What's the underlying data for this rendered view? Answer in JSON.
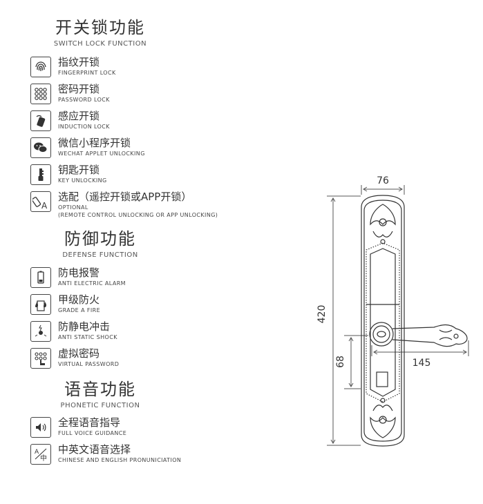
{
  "switch": {
    "title_zh": "开关锁功能",
    "title_en": "SWITCH LOCK FUNCTION",
    "items": [
      {
        "icon": "fingerprint-icon",
        "zh": "指纹开锁",
        "en": "FINGERPRINT LOCK"
      },
      {
        "icon": "keypad-icon",
        "zh": "密码开锁",
        "en": "PASSWORD LOCK"
      },
      {
        "icon": "card-icon",
        "zh": "感应开锁",
        "en": "INDUCTION LOCK"
      },
      {
        "icon": "wechat-icon",
        "zh": "微信小程序开锁",
        "en": "WECHAT APPLET UNLOCKING"
      },
      {
        "icon": "key-icon",
        "zh": "钥匙开锁",
        "en": "KEY UNLOCKING"
      },
      {
        "icon": "remote-app-icon",
        "zh": "选配（遥控开锁或APP开锁）",
        "en": "OPTIONAL",
        "en2": "(REMOTE CONTROL UNLOCKING OR APP UNLOCKING)"
      }
    ]
  },
  "defense": {
    "title_zh": "防御功能",
    "title_en": "DEFENSE FUNCTION",
    "items": [
      {
        "icon": "battery-icon",
        "zh": "防电报警",
        "en": "ANTI ELECTRIC ALARM"
      },
      {
        "icon": "fire-icon",
        "zh": "甲级防火",
        "en": "GRADE A FIRE"
      },
      {
        "icon": "static-icon",
        "zh": "防静电冲击",
        "en": "ANTI STATIC SHOCK"
      },
      {
        "icon": "virtual-keypad-icon",
        "zh": "虚拟密码",
        "en": "VIRTUAL PASSWORD"
      }
    ]
  },
  "voice": {
    "title_zh": "语音功能",
    "title_en": "PHONETIC FUNCTION",
    "items": [
      {
        "icon": "speaker-icon",
        "zh": "全程语音指导",
        "en": "FULL VOICE GUIDANCE"
      },
      {
        "icon": "language-icon",
        "zh": "中英文语音选择",
        "en": "CHINESE AND ENGLISH PRONUNICIATION"
      }
    ]
  },
  "dimensions": {
    "width": "76",
    "height": "420",
    "handle_length": "145",
    "handle_to_bottom": "68"
  }
}
